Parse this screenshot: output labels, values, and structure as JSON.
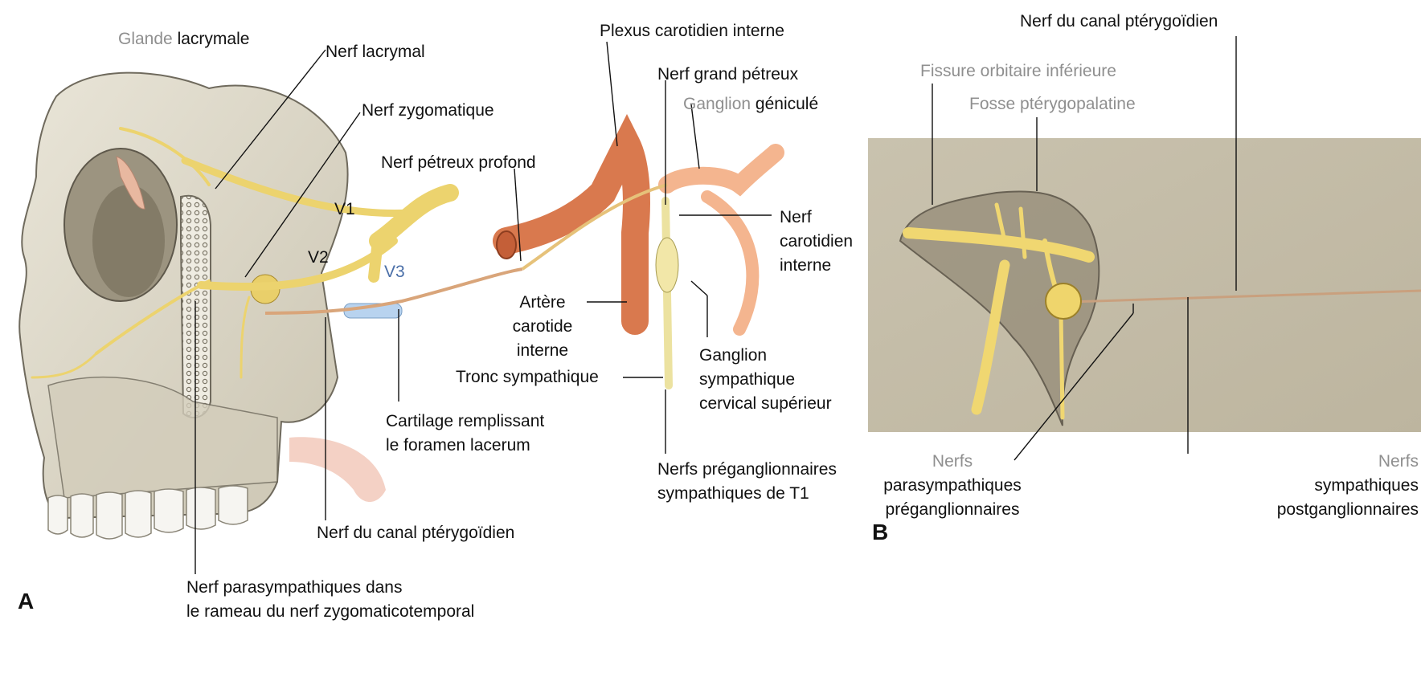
{
  "panel_a": {
    "letter": "A",
    "labels": {
      "glande": "Glande",
      "lacrymale": "lacrymale",
      "nerf_lacrymal": "Nerf lacrymal",
      "nerf_zygomatique": "Nerf zygomatique",
      "nerf_petreux_profond": "Nerf pétreux profond",
      "v1": "V1",
      "v2": "V2",
      "v3": "V3",
      "plexus": "Plexus carotidien interne",
      "grand_petreux": "Nerf grand pétreux",
      "ganglion": "Ganglion",
      "genicule": "géniculé",
      "nerf_carotidien": [
        "Nerf",
        "carotidien",
        "interne"
      ],
      "artere": [
        "Artère",
        "carotide",
        "interne"
      ],
      "tronc": "Tronc sympathique",
      "ganglion_sympathique": [
        "Ganglion",
        "sympathique",
        "cervical supérieur"
      ],
      "cartilage": [
        "Cartilage remplissant",
        "le foramen lacerum"
      ],
      "preganglionnaires": [
        "Nerfs préganglionnaires",
        "sympathiques de T1"
      ],
      "canal_pterygoidien": "Nerf du canal ptérygoïdien",
      "parasympathiques": [
        "Nerf parasympathiques dans",
        "le rameau du nerf zygomaticotemporal"
      ]
    }
  },
  "panel_b": {
    "letter": "B",
    "labels": {
      "canal": "Nerf du canal ptérygoïdien",
      "fissure": "Fissure orbitaire inférieure",
      "fosse": "Fosse ptérygopalatine",
      "para_1": "Nerfs",
      "para_2": "parasympathiques",
      "para_3": "préganglionnaires",
      "symp_1": "Nerfs",
      "symp_2": "sympathiques",
      "symp_3": "postganglionnaires"
    }
  },
  "colors": {
    "nerve": "#f3df7f",
    "artery": "#d9794e",
    "bone": "#ddd8c8",
    "gray_label": "#8f8f8f"
  }
}
